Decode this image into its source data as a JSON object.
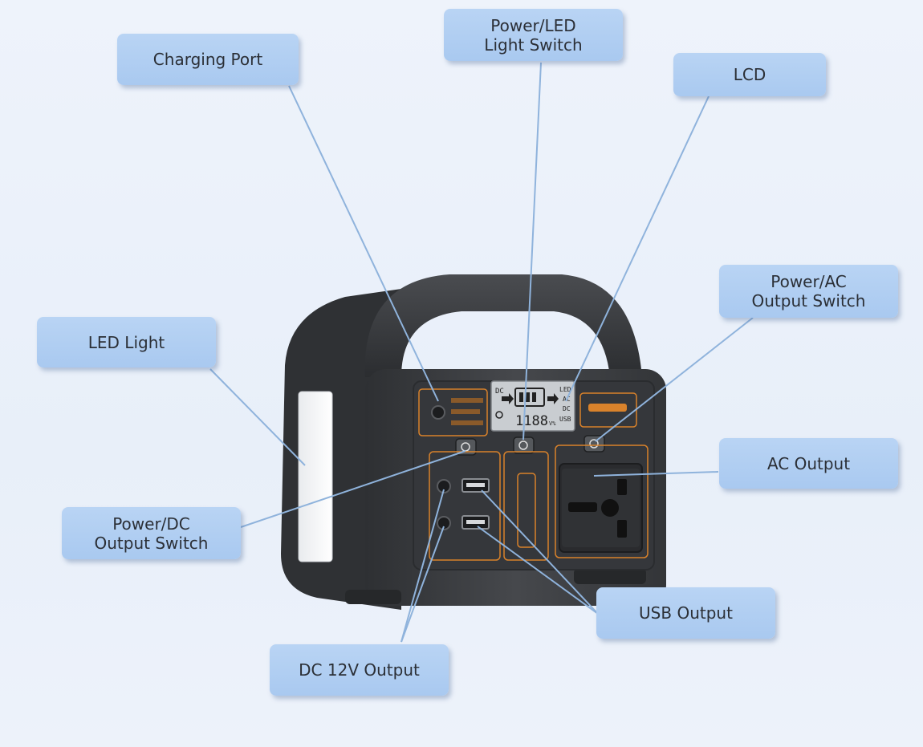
{
  "labels": {
    "charging_port": "Charging Port",
    "power_led_switch": "Power/LED\nLight Switch",
    "lcd": "LCD",
    "power_ac_switch": "Power/AC\nOutput Switch",
    "led_light": "LED Light",
    "ac_output": "AC Output",
    "power_dc_switch": "Power/DC\nOutput Switch",
    "usb_output": "USB Output",
    "dc_12v_output": "DC 12V Output"
  },
  "lcd_screen": {
    "left_top": "DC",
    "digits": "1188",
    "digits_unit": "V%",
    "right_1": "LED",
    "right_2": "AC",
    "right_3": "DC",
    "right_4": "USB"
  },
  "colors": {
    "label_bg": "#aecbf0",
    "leader_line": "#8fb3dc",
    "device_body": "#3c3e42",
    "accent_orange": "#d9822b"
  }
}
